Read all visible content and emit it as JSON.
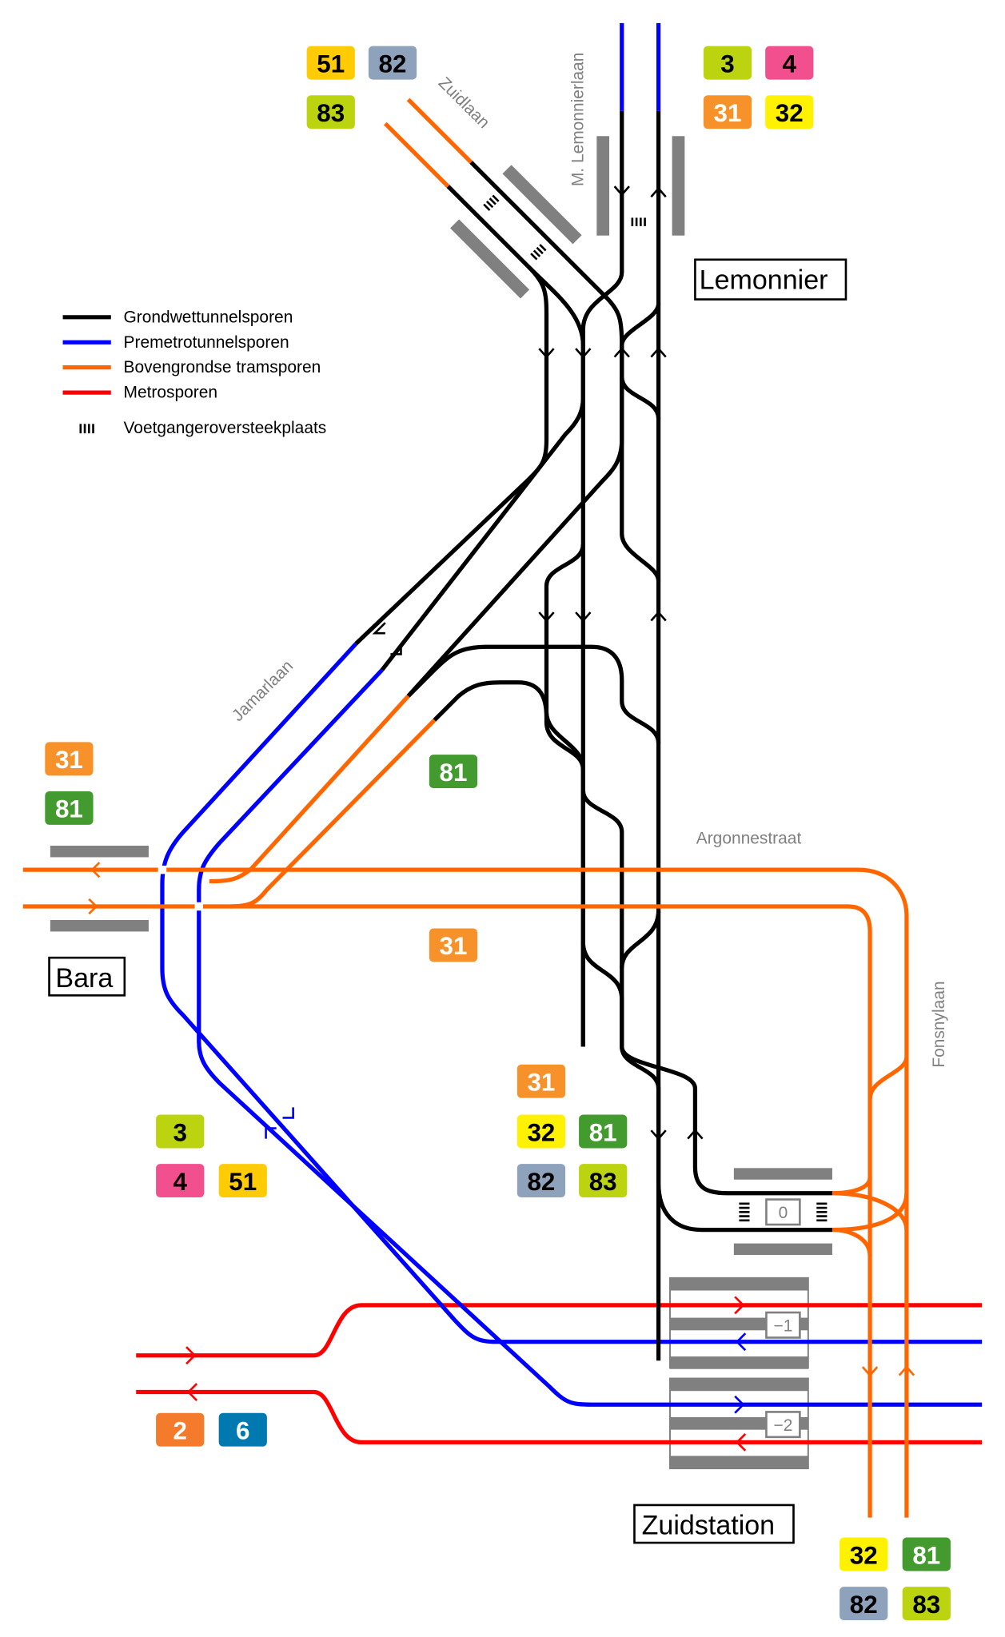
{
  "legend": {
    "items": [
      {
        "label": "Grondwettunnelsporen",
        "color": "#000000"
      },
      {
        "label": "Premetrotunnelsporen",
        "color": "#0000ff"
      },
      {
        "label": "Bovengrondse tramsporen",
        "color": "#ff6600"
      },
      {
        "label": "Metrosporen",
        "color": "#ff0000"
      }
    ],
    "crossing_label": "Voetgangeroversteekplaats"
  },
  "stations": {
    "lemonnier": "Lemonnier",
    "bara": "Bara",
    "zuidstation": "Zuidstation"
  },
  "streets": {
    "zuidlaan": "Zuidlaan",
    "lemonnierlaan": "M. Lemonnierlaan",
    "jamarlaan": "Jamarlaan",
    "argonnestraat": "Argonnestraat",
    "fonsnylaan": "Fonsnylaan"
  },
  "levels": {
    "l0": "0",
    "l1": "−1",
    "l2": "−2"
  },
  "colors": {
    "line_3": "#bcd30f",
    "line_4": "#f24f8f",
    "line_51": "#ffcb05",
    "line_82": "#8ea2bc",
    "line_83": "#bcd30f",
    "line_31": "#f7922a",
    "line_32": "#fff200",
    "line_81": "#439a2e",
    "line_2": "#f47b2b",
    "line_6": "#0079b0"
  },
  "badges": {
    "zuidlaan": [
      "51",
      "82",
      "83"
    ],
    "lemonnier": [
      "3",
      "4",
      "31",
      "32"
    ],
    "bara_left": [
      "31",
      "81"
    ],
    "jamarlaan_81": [
      "81"
    ],
    "argonne_31": [
      "31"
    ],
    "premetro_south": [
      "3",
      "4",
      "51"
    ],
    "zuid_level0": [
      "31",
      "32",
      "81",
      "82",
      "83"
    ],
    "metro": [
      "2",
      "6"
    ],
    "fonsny_south": [
      "32",
      "81",
      "82",
      "83"
    ]
  }
}
